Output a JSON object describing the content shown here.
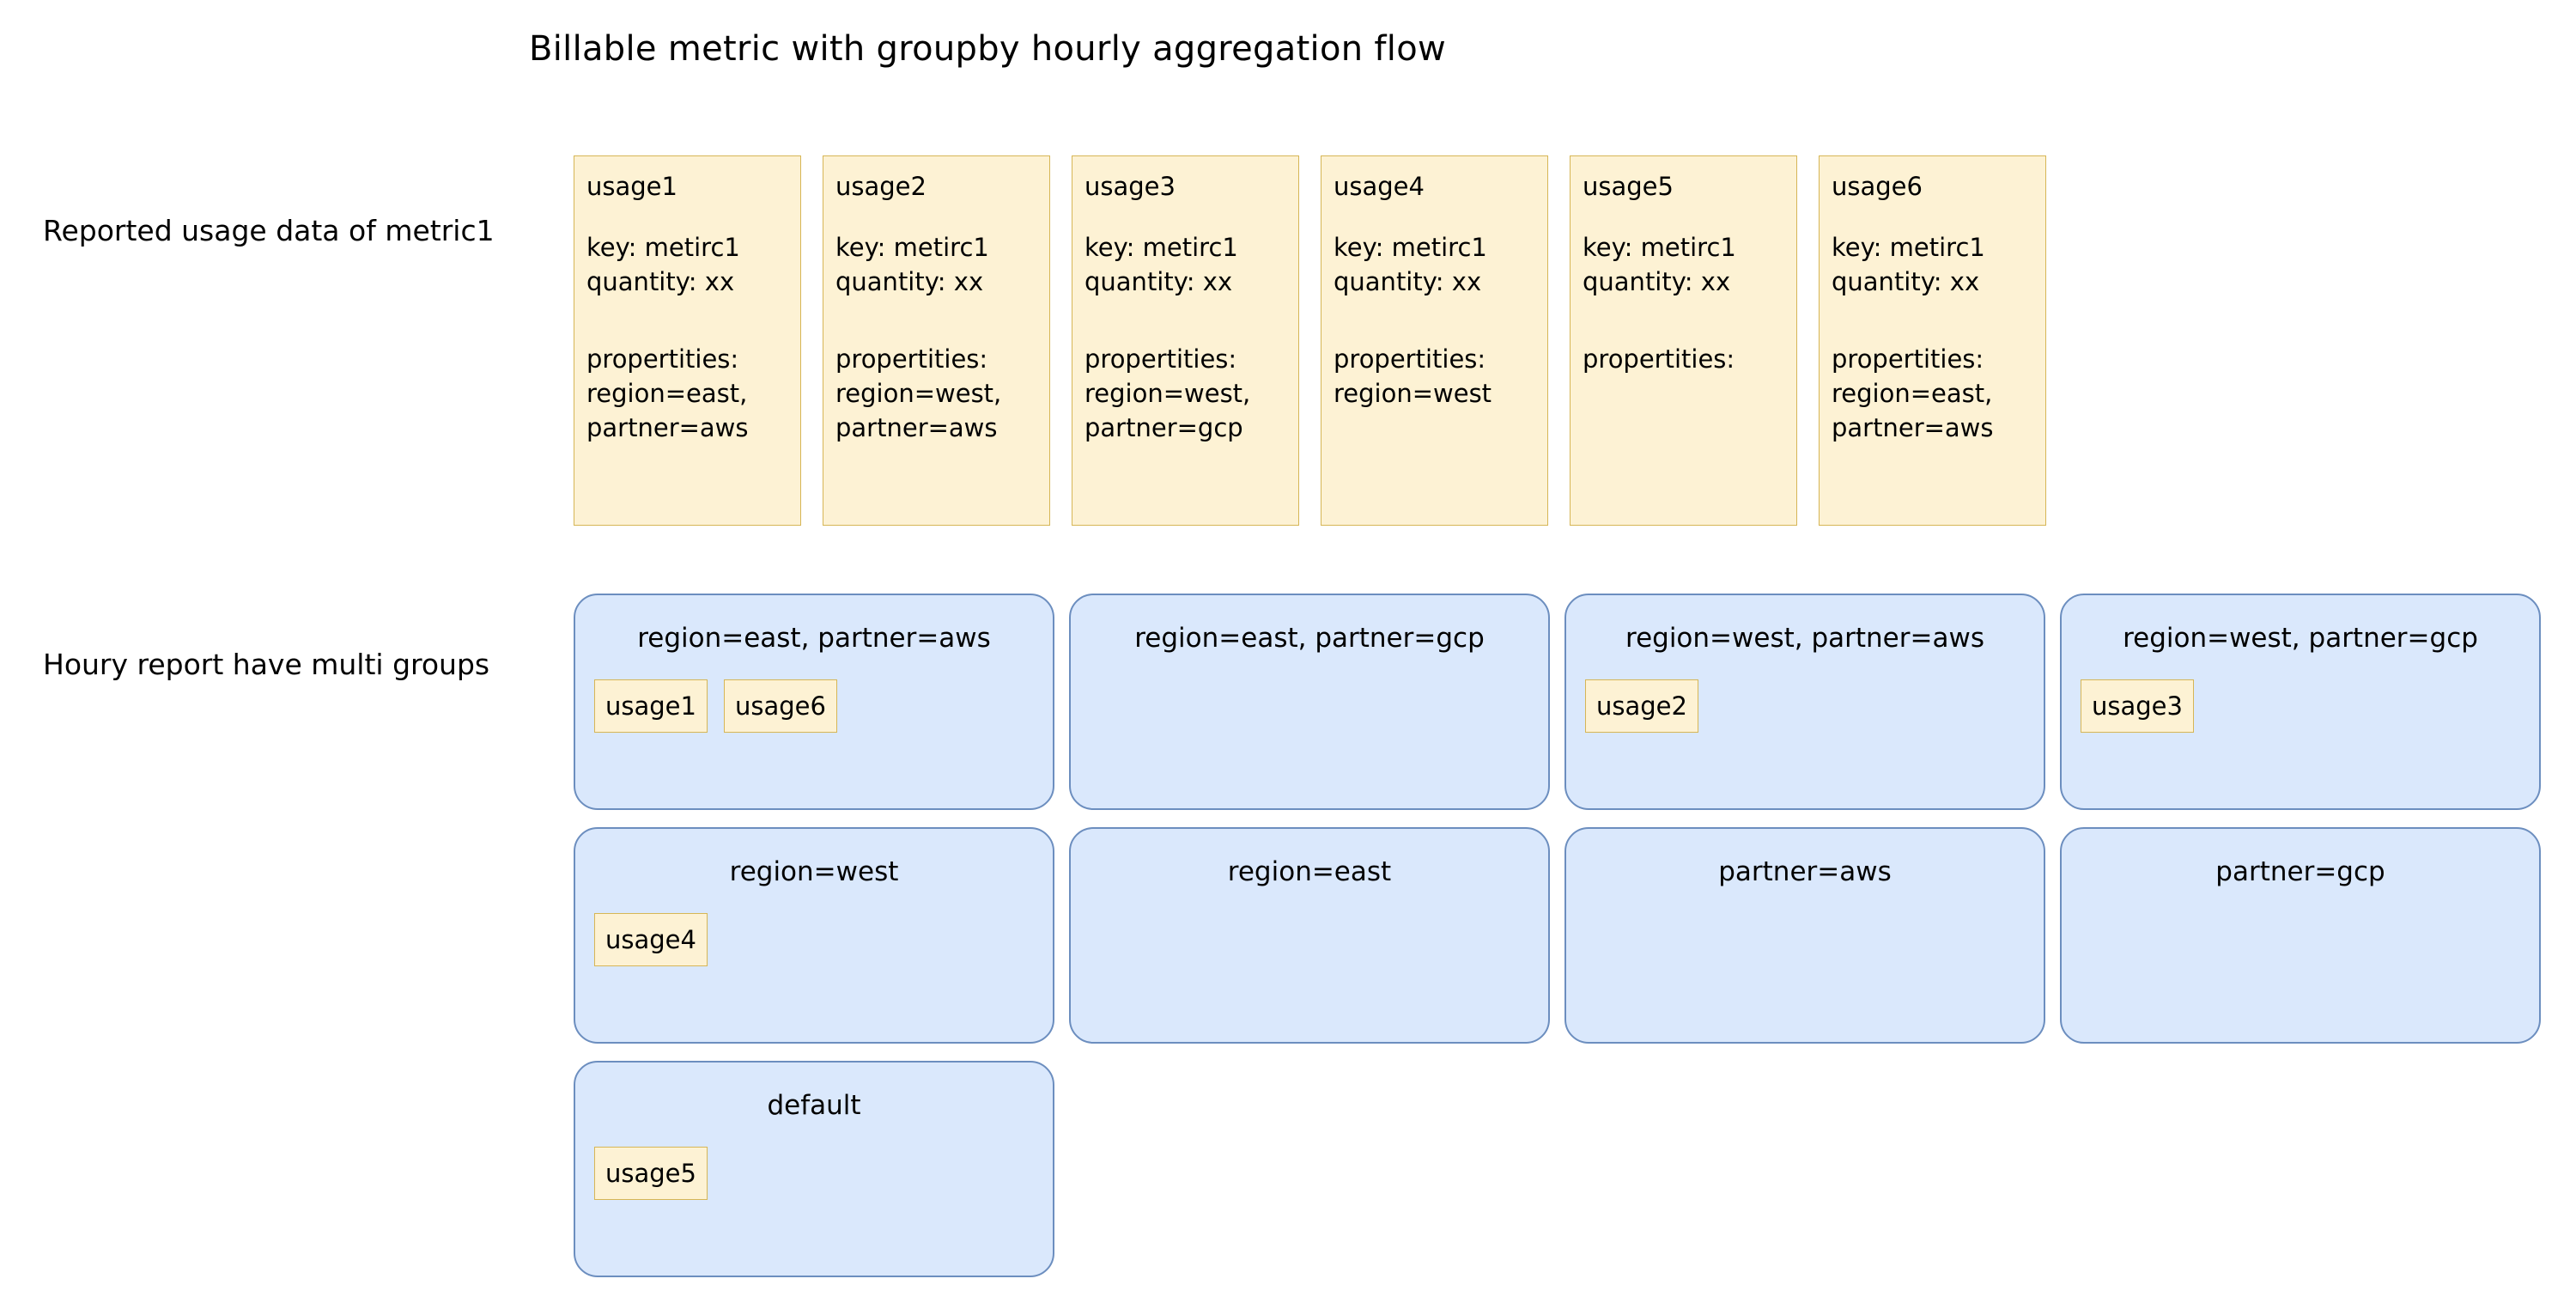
{
  "title": "Billable metric with groupby hourly aggregation flow",
  "labels": {
    "usage_row": "Reported usage data of metric1",
    "groups_row": "Houry report have multi groups"
  },
  "usage_cards": [
    {
      "name": "usage1",
      "key_line": "key: metirc1",
      "quantity_line": "quantity: xx",
      "properties_line": "propertities:",
      "prop_lines": [
        "region=east,",
        "partner=aws"
      ]
    },
    {
      "name": "usage2",
      "key_line": "key: metirc1",
      "quantity_line": "quantity: xx",
      "properties_line": "propertities:",
      "prop_lines": [
        "region=west,",
        "partner=aws"
      ]
    },
    {
      "name": "usage3",
      "key_line": "key: metirc1",
      "quantity_line": "quantity: xx",
      "properties_line": "propertities:",
      "prop_lines": [
        "region=west,",
        "partner=gcp"
      ]
    },
    {
      "name": "usage4",
      "key_line": "key: metirc1",
      "quantity_line": "quantity: xx",
      "properties_line": "propertities:",
      "prop_lines": [
        "region=west"
      ]
    },
    {
      "name": "usage5",
      "key_line": "key: metirc1",
      "quantity_line": "quantity: xx",
      "properties_line": "propertities:",
      "prop_lines": []
    },
    {
      "name": "usage6",
      "key_line": "key: metirc1",
      "quantity_line": "quantity: xx",
      "properties_line": "propertities:",
      "prop_lines": [
        "region=east,",
        "partner=aws"
      ]
    }
  ],
  "group_boxes": [
    {
      "title": "region=east, partner=aws",
      "chips": [
        "usage1",
        "usage6"
      ]
    },
    {
      "title": "region=east, partner=gcp",
      "chips": []
    },
    {
      "title": "region=west, partner=aws",
      "chips": [
        "usage2"
      ]
    },
    {
      "title": "region=west, partner=gcp",
      "chips": [
        "usage3"
      ]
    },
    {
      "title": "region=west",
      "chips": [
        "usage4"
      ]
    },
    {
      "title": "region=east",
      "chips": []
    },
    {
      "title": "partner=aws",
      "chips": []
    },
    {
      "title": "partner=gcp",
      "chips": []
    },
    {
      "title": "default",
      "chips": [
        "usage5"
      ]
    }
  ],
  "colors": {
    "usage_fill": "#fdf2d4",
    "usage_border": "#d6b656",
    "group_fill": "#dae8fc",
    "group_border": "#6c8ebf",
    "background": "#ffffff",
    "text": "#000000"
  }
}
